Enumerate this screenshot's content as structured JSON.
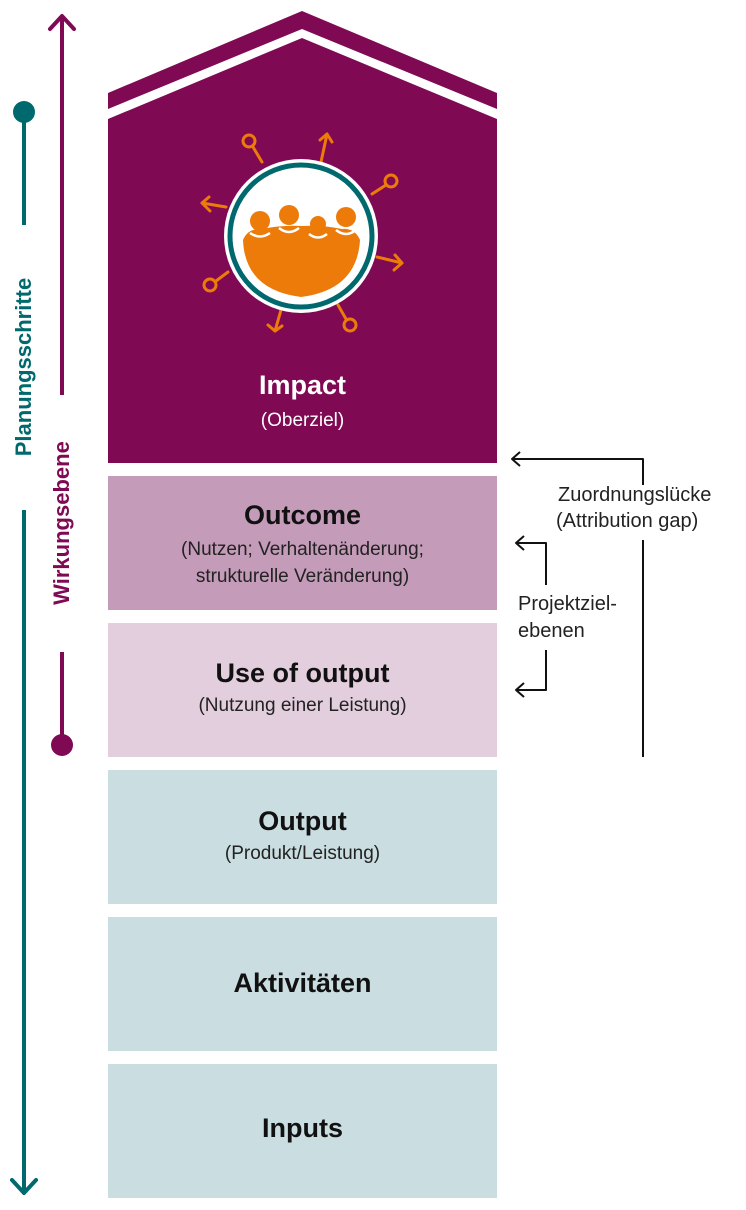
{
  "levels": {
    "impact": {
      "title": "Impact",
      "subtitle": "(Oberziel)"
    },
    "outcome": {
      "title": "Outcome",
      "subtitle_line1": "(Nutzen; Verhaltenänderung;",
      "subtitle_line2": "strukturelle Veränderung)"
    },
    "use_of_output": {
      "title": "Use of output",
      "subtitle": "(Nutzung einer Leistung)"
    },
    "output": {
      "title": "Output",
      "subtitle": "(Produkt/Leistung)"
    },
    "activities": {
      "title": "Aktivitäten"
    },
    "inputs": {
      "title": "Inputs"
    }
  },
  "axes": {
    "planning": "Planungsschritte",
    "effect": "Wirkungsebene"
  },
  "annotations": {
    "attribution_line1": "Zuordnungslücke",
    "attribution_line2": "(Attribution gap)",
    "project_line1": "Projektziel-",
    "project_line2": "ebenen"
  },
  "colors": {
    "impact": "#7f0953",
    "outcome": "#c49bb8",
    "use_of_output": "#e3cede",
    "lower_levels": "#cadee2",
    "planning_axis": "#00696d",
    "effect_axis": "#7f0953",
    "icon": "#ec7b0a"
  },
  "icons": [
    "people-group-icon",
    "impact-arrows-icon"
  ]
}
